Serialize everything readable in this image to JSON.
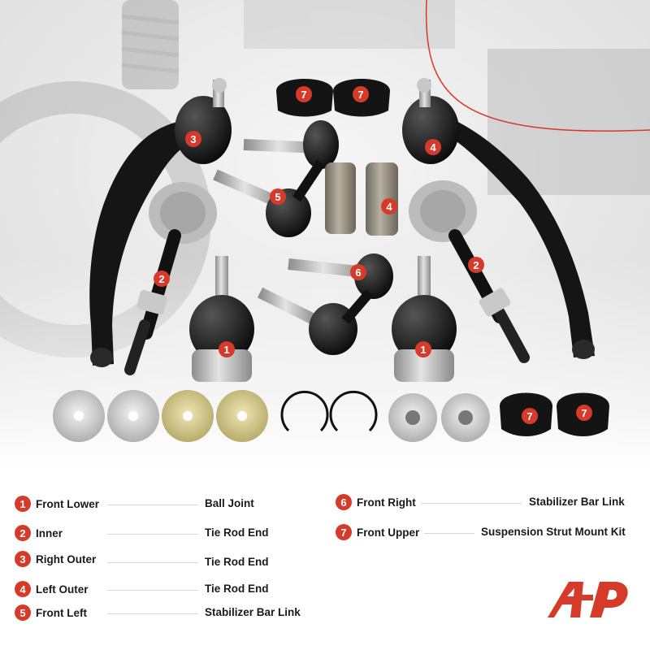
{
  "legend": {
    "items": [
      {
        "num": "1",
        "left": "Front Lower",
        "right": "Ball Joint"
      },
      {
        "num": "2",
        "left": "Inner",
        "right": "Tie Rod End"
      },
      {
        "num": "3",
        "left": "Right Outer",
        "right": "Tie Rod End"
      },
      {
        "num": "4",
        "left": "Left Outer",
        "right": "Tie Rod End"
      },
      {
        "num": "5",
        "left": "Front Left",
        "right": "Stabilizer Bar Link"
      },
      {
        "num": "6",
        "left": "Front Right",
        "right": "Stabilizer Bar Link"
      },
      {
        "num": "7",
        "left": "Front Upper",
        "right": "Suspension Strut Mount Kit"
      }
    ]
  },
  "callouts": [
    "1",
    "1",
    "2",
    "2",
    "3",
    "4",
    "4",
    "5",
    "6",
    "7",
    "7",
    "7",
    "7"
  ],
  "colors": {
    "accent": "#d63a2a",
    "part": "#111111",
    "metal": "#b9b9b9"
  }
}
